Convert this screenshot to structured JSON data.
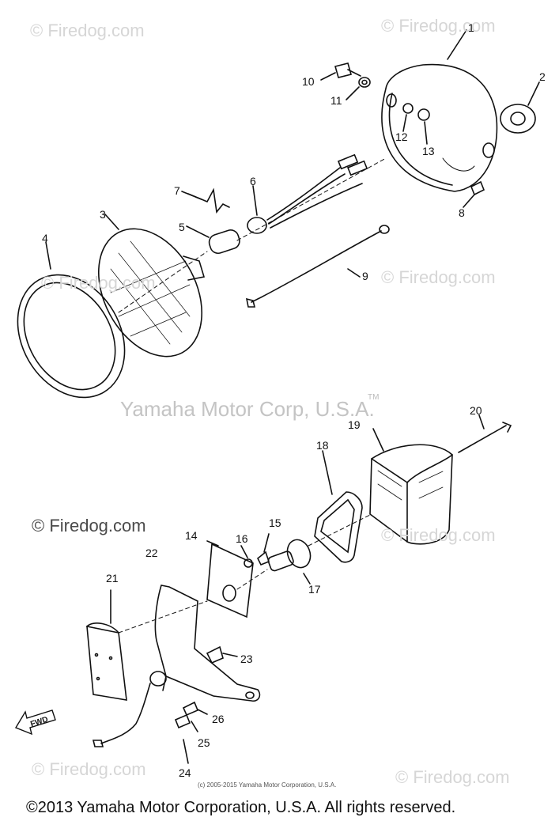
{
  "watermarks": {
    "site_mark": "© Firedog.com",
    "center_mark": "Yamaha Motor Corp, U.S.A.",
    "tm_mark": "TM"
  },
  "callouts": [
    "1",
    "2",
    "3",
    "4",
    "5",
    "6",
    "7",
    "8",
    "9",
    "10",
    "11",
    "12",
    "13",
    "14",
    "15",
    "16",
    "17",
    "18",
    "19",
    "20",
    "21",
    "22",
    "23",
    "24",
    "25",
    "26"
  ],
  "fwd_label": "FWD",
  "small_copyright": "(c) 2005-2015 Yamaha Motor Corporation, U.S.A.",
  "footer": "©2013 Yamaha Motor Corporation, U.S.A. All rights reserved.",
  "colors": {
    "line": "#111111",
    "watermark": "#cccccc"
  }
}
